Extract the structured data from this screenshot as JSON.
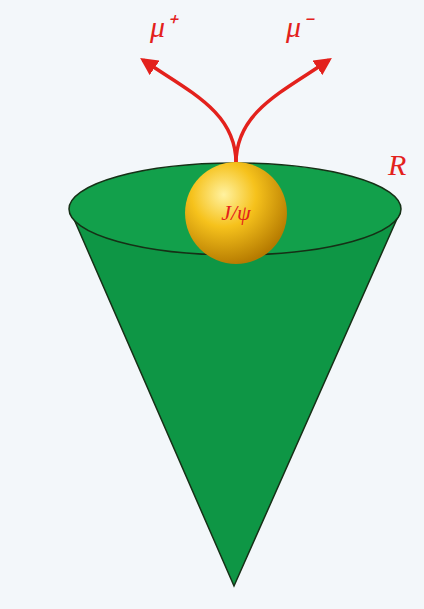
{
  "diagram": {
    "nodes": [
      {
        "text": [
          "J/ψ"
        ]
      }
    ],
    "labels": [
      "μ⁺",
      "μ⁻",
      "R"
    ]
  }
}
